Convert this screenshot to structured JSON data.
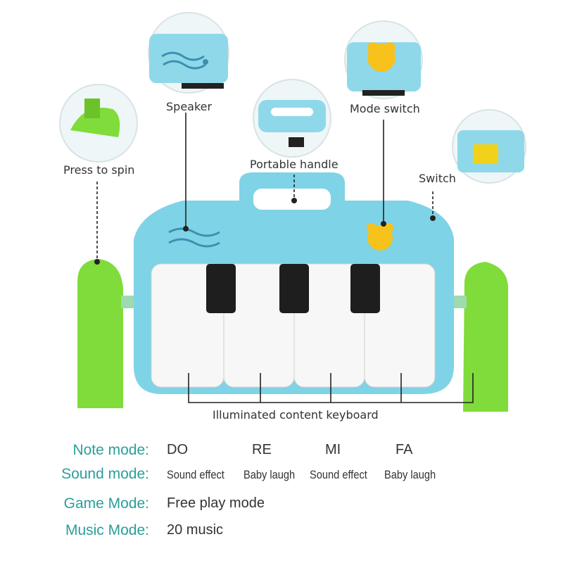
{
  "callouts": {
    "speaker": "Speaker",
    "mode_switch": "Mode switch",
    "press_to_spin": "Press to spin",
    "portable_handle": "Portable handle",
    "switch": "Switch",
    "keyboard": "Illuminated content keyboard"
  },
  "modes": {
    "note": {
      "label": "Note mode:",
      "values": [
        "DO",
        "RE",
        "MI",
        "FA"
      ]
    },
    "sound": {
      "label": "Sound mode:",
      "values": [
        "Sound effect",
        "Baby laugh",
        "Sound effect",
        "Baby laugh"
      ]
    },
    "game": {
      "label": "Game Mode:",
      "value": "Free play mode"
    },
    "music": {
      "label": "Music Mode:",
      "value": "20 music"
    }
  },
  "colors": {
    "body_blue": "#7fd3e6",
    "accent_green": "#7fdc3a",
    "label_teal": "#2a9e9a",
    "key_white": "#f7f7f7",
    "key_black": "#1e1e1e"
  }
}
